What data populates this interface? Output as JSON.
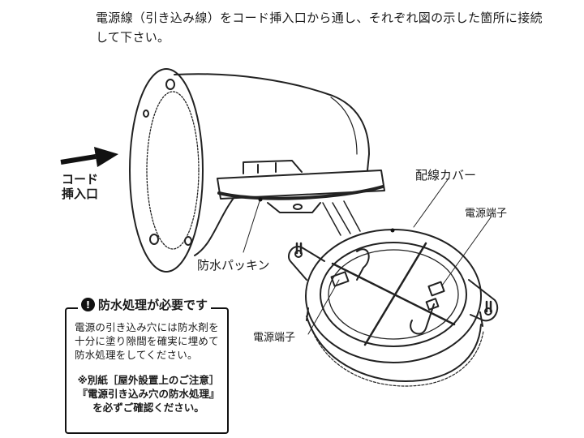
{
  "instruction": "電源線（引き込み線）をコード挿入口から通し、それぞれ図の示した箇所に接続して下さい。",
  "labels": {
    "cord_inlet_line1": "コード",
    "cord_inlet_line2": "挿入口",
    "waterproof_gasket": "防水パッキン",
    "wiring_cover": "配線カバー",
    "terminal_right": "電源端子",
    "terminal_left": "電源端子"
  },
  "notice": {
    "title": "防水処理が必要です",
    "icon": "exclamation-icon",
    "body": "電源の引き込み穴には防水剤を十分に塗り隙間を確実に埋めて防水処理をしてください。",
    "ref_line1": "※別紙［屋外設置上のご注意］",
    "ref_line2": "『電源引き込み穴の防水処理』",
    "ref_line3": "を必ずご確認ください。"
  }
}
